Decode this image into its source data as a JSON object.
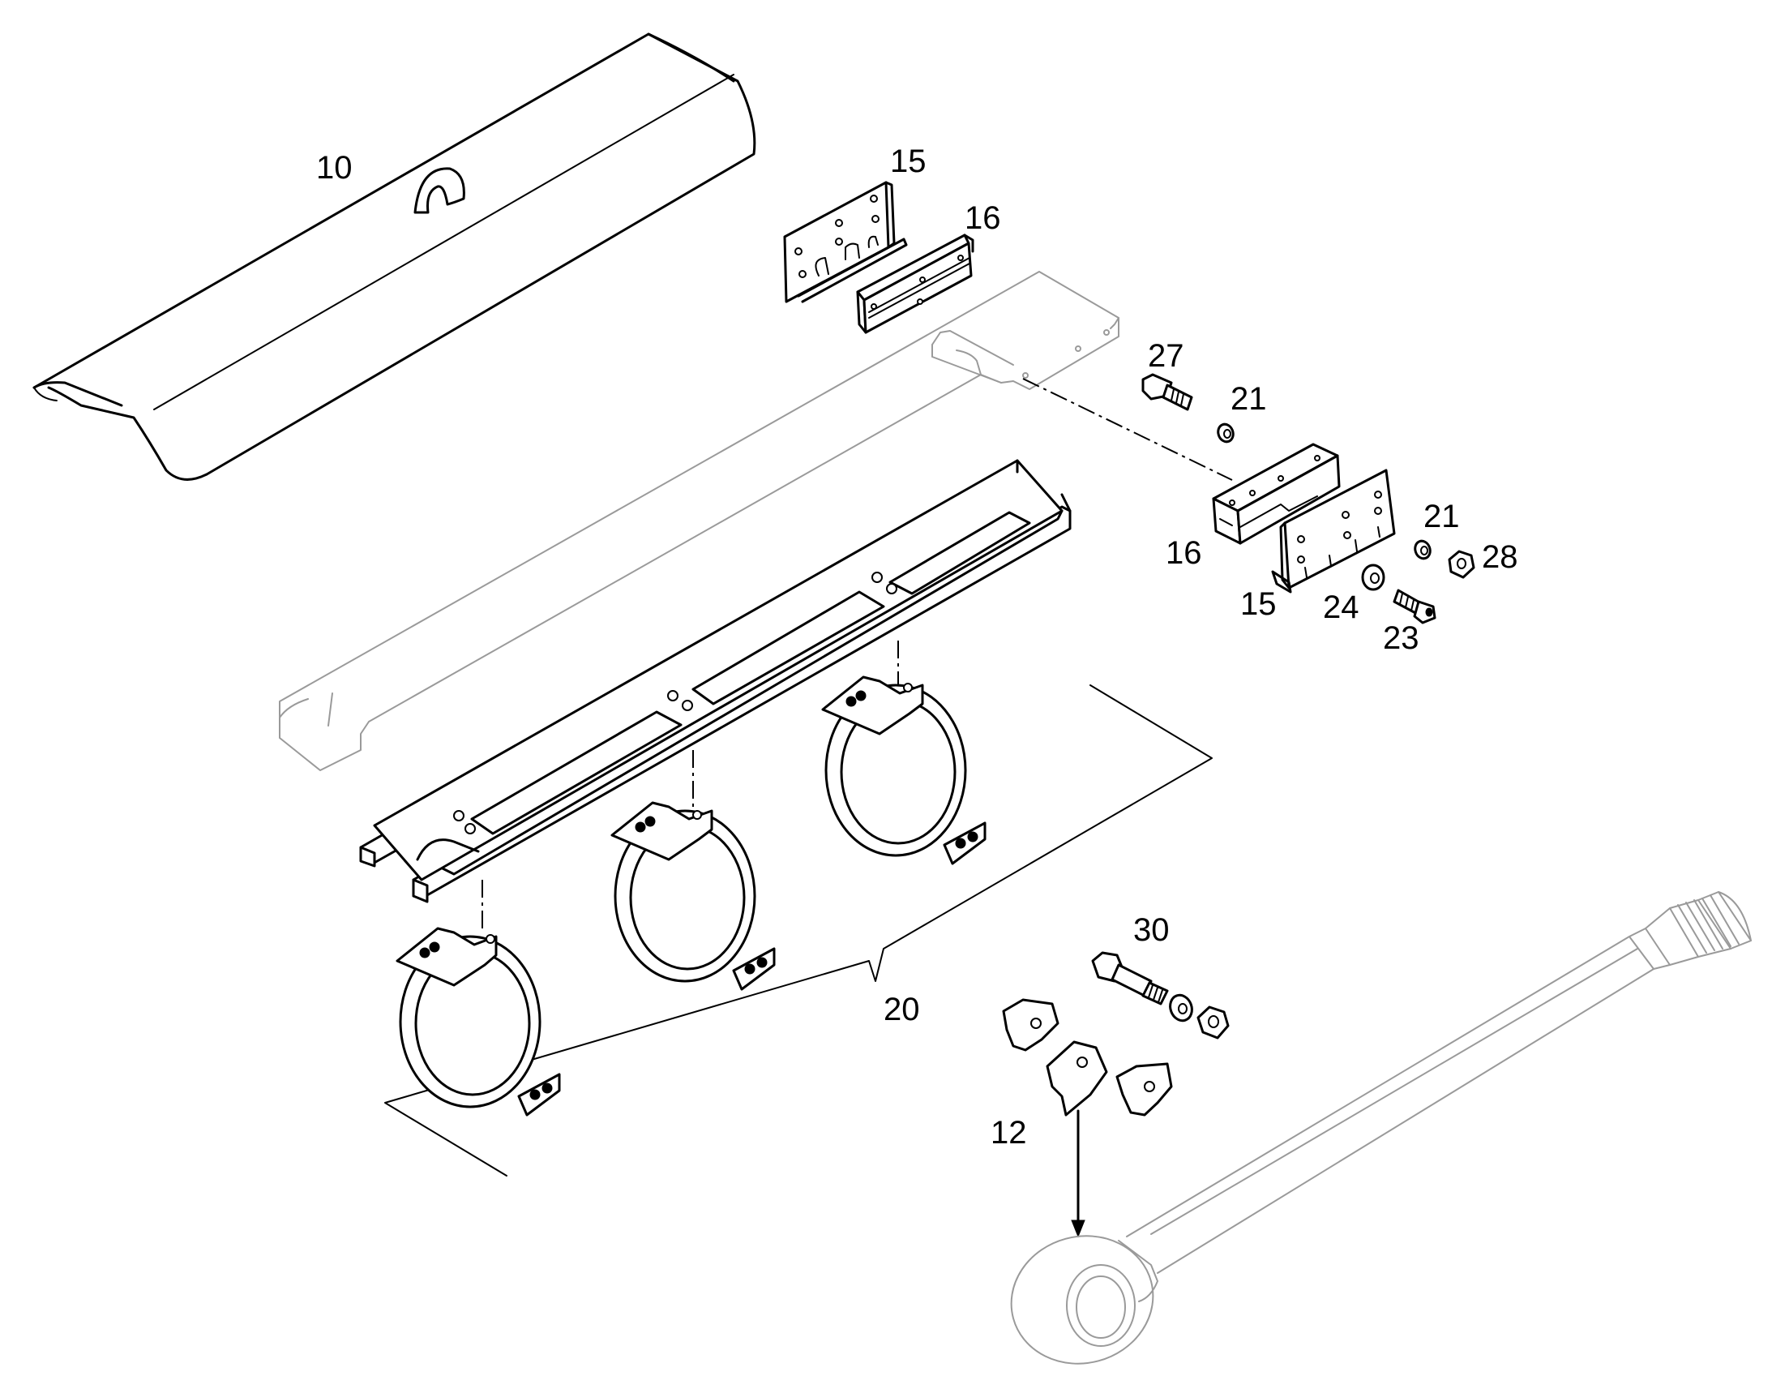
{
  "callouts": {
    "cover": "10",
    "bracket": "12",
    "plate_top": "15",
    "block_top": "16",
    "block_right": "16",
    "plate_right": "15",
    "bolt_top": "27",
    "washer_top": "21",
    "washer_right": "21",
    "nut": "28",
    "washer_lower": "24",
    "screw": "23",
    "clamp_assembly": "20",
    "bolt_lower": "30"
  }
}
